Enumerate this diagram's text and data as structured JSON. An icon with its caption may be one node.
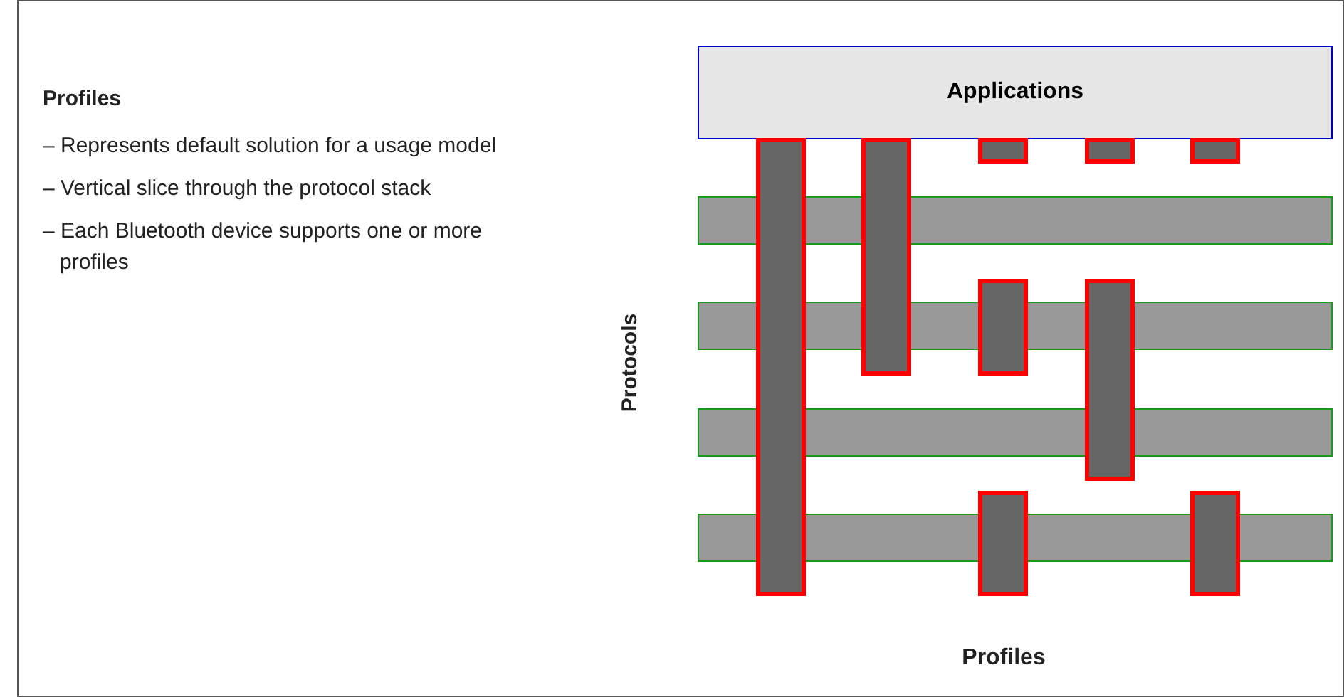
{
  "diagram": {
    "nodes": [
      {
        "text": [
          "Applications"
        ]
      },
      {
        "text": [],
        "shape": "bar"
      },
      {
        "text": [],
        "shape": "bar"
      },
      {
        "text": [],
        "shape": "bar"
      },
      {
        "text": [],
        "shape": "bar"
      },
      {
        "text": [],
        "shape": "bar"
      },
      {
        "text": [],
        "shape": "bar"
      },
      {
        "text": [],
        "shape": "bar"
      },
      {
        "text": [],
        "shape": "bar"
      },
      {
        "text": [],
        "shape": "bar"
      },
      {
        "text": [],
        "shape": "bar"
      },
      {
        "text": [],
        "shape": "bar"
      },
      {
        "text": [],
        "shape": "bar"
      },
      {
        "text": [],
        "shape": "bar"
      }
    ],
    "labels": [
      "Profiles",
      "– Represents default solution for a usage model",
      "– Vertical slice through the protocol stack",
      "– Each Bluetooth device supports one or more profiles",
      "Protocols",
      "Profiles"
    ]
  }
}
